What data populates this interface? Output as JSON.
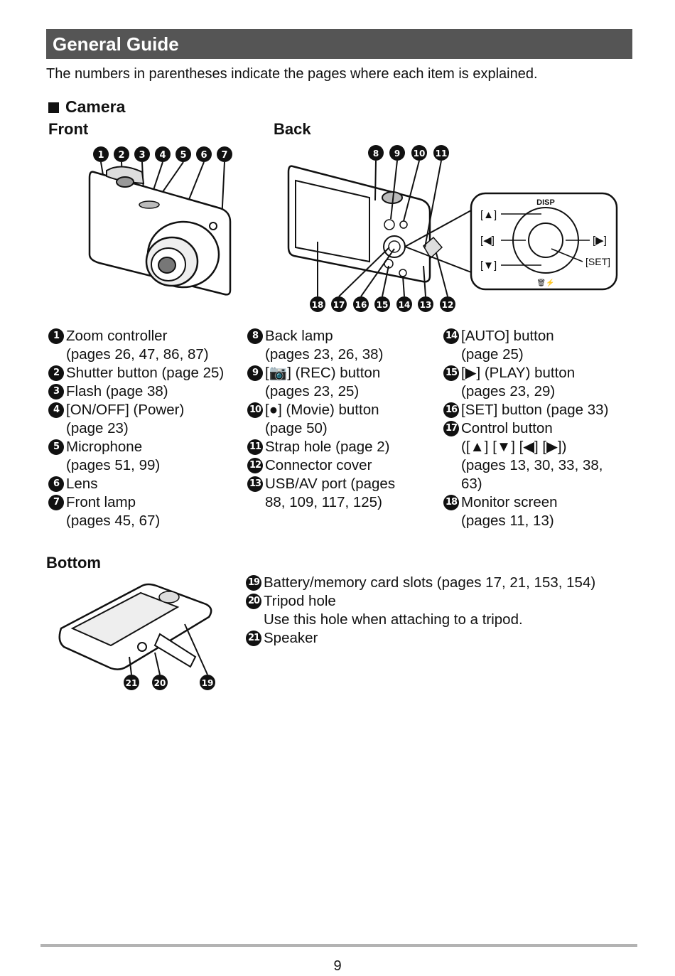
{
  "header": {
    "title": "General Guide"
  },
  "intro": "The numbers in parentheses indicate the pages where each item is explained.",
  "section": {
    "title": "Camera"
  },
  "views": {
    "front": "Front",
    "back": "Back",
    "bottom": "Bottom"
  },
  "callouts": {
    "front": [
      "1",
      "2",
      "3",
      "4",
      "5",
      "6",
      "7"
    ],
    "back_top": [
      "8",
      "9",
      "10",
      "11"
    ],
    "back_bottom": [
      "18",
      "17",
      "16",
      "15",
      "14",
      "13",
      "12"
    ],
    "bottom": [
      "21",
      "20",
      "19"
    ]
  },
  "inset": {
    "disp": "DISP",
    "up": "[▲]",
    "left": "[◀]",
    "down": "[▼]",
    "right": "[▶]",
    "set": "[SET]",
    "trash": "🗑⚡"
  },
  "col1": [
    {
      "n": "1",
      "text": "Zoom controller\n(pages 26, 47, 86, 87)"
    },
    {
      "n": "2",
      "text": "Shutter button (page 25)"
    },
    {
      "n": "3",
      "text": "Flash (page 38)"
    },
    {
      "n": "4",
      "text": "[ON/OFF] (Power)\n(page 23)"
    },
    {
      "n": "5",
      "text": "Microphone\n(pages 51, 99)"
    },
    {
      "n": "6",
      "text": "Lens"
    },
    {
      "n": "7",
      "text": "Front lamp\n(pages 45, 67)"
    }
  ],
  "col2": [
    {
      "n": "8",
      "text": "Back lamp\n(pages 23, 26, 38)"
    },
    {
      "n": "9",
      "text": "[📷] (REC) button\n(pages 23, 25)"
    },
    {
      "n": "10",
      "text": "[●] (Movie) button\n(page 50)"
    },
    {
      "n": "11",
      "text": "Strap hole (page 2)"
    },
    {
      "n": "12",
      "text": "Connector cover"
    },
    {
      "n": "13",
      "text": "USB/AV port (pages\n88, 109, 117, 125)"
    }
  ],
  "col3": [
    {
      "n": "14",
      "text": "[AUTO] button\n(page 25)"
    },
    {
      "n": "15",
      "text": "[▶] (PLAY) button\n(pages 23, 29)"
    },
    {
      "n": "16",
      "text": "[SET] button (page 33)"
    },
    {
      "n": "17",
      "text": "Control button\n([▲] [▼] [◀] [▶])\n(pages 13, 30, 33, 38,\n63)"
    },
    {
      "n": "18",
      "text": "Monitor screen\n(pages 11, 13)"
    }
  ],
  "col4": [
    {
      "n": "19",
      "text": "Battery/memory card slots (pages 17, 21, 153, 154)"
    },
    {
      "n": "20",
      "text": "Tripod hole\nUse this hole when attaching to a tripod."
    },
    {
      "n": "21",
      "text": "Speaker"
    }
  ],
  "footer": {
    "page": "9"
  }
}
